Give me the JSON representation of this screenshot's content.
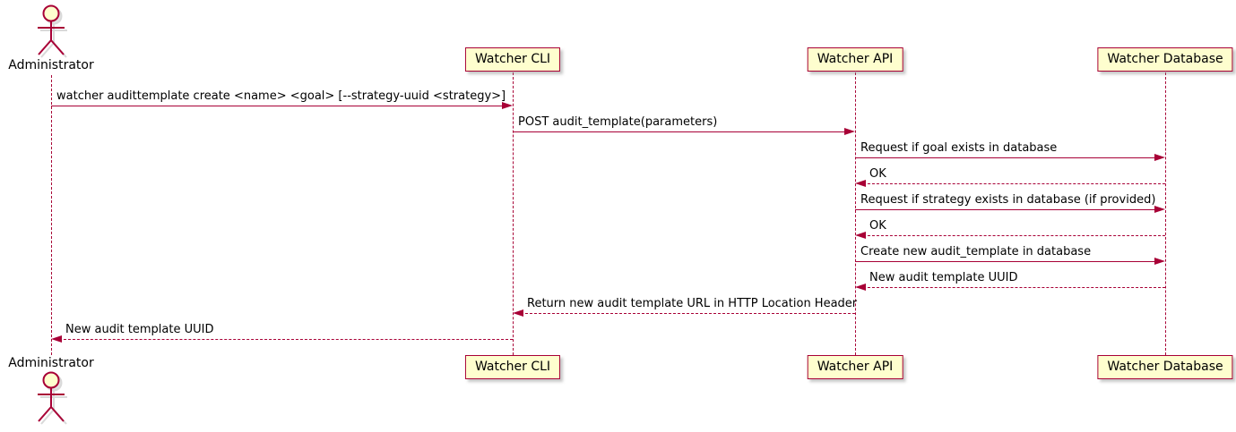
{
  "diagram": {
    "type": "sequence",
    "colors": {
      "accent": "#A80036",
      "participant_fill": "#FEFECE",
      "text": "#000000",
      "background": "#FFFFFF"
    },
    "participants": [
      {
        "name": "Administrator",
        "kind": "actor"
      },
      {
        "name": "Watcher CLI",
        "kind": "participant"
      },
      {
        "name": "Watcher API",
        "kind": "participant"
      },
      {
        "name": "Watcher Database",
        "kind": "participant"
      }
    ],
    "messages": [
      {
        "from": "Administrator",
        "to": "Watcher CLI",
        "line": "solid",
        "text": "watcher audittemplate create <name> <goal> [--strategy-uuid <strategy>]"
      },
      {
        "from": "Watcher CLI",
        "to": "Watcher API",
        "line": "solid",
        "text": "POST audit_template(parameters)"
      },
      {
        "from": "Watcher API",
        "to": "Watcher Database",
        "line": "solid",
        "text": "Request if goal exists in database"
      },
      {
        "from": "Watcher Database",
        "to": "Watcher API",
        "line": "dashed",
        "text": "OK"
      },
      {
        "from": "Watcher API",
        "to": "Watcher Database",
        "line": "solid",
        "text": "Request if strategy exists in database (if provided)"
      },
      {
        "from": "Watcher Database",
        "to": "Watcher API",
        "line": "dashed",
        "text": "OK"
      },
      {
        "from": "Watcher API",
        "to": "Watcher Database",
        "line": "solid",
        "text": "Create new audit_template in database"
      },
      {
        "from": "Watcher Database",
        "to": "Watcher API",
        "line": "dashed",
        "text": "New audit template UUID"
      },
      {
        "from": "Watcher API",
        "to": "Watcher CLI",
        "line": "dashed",
        "text": "Return new audit template URL in HTTP Location Header"
      },
      {
        "from": "Watcher CLI",
        "to": "Administrator",
        "line": "dashed",
        "text": "New audit template UUID"
      }
    ]
  }
}
